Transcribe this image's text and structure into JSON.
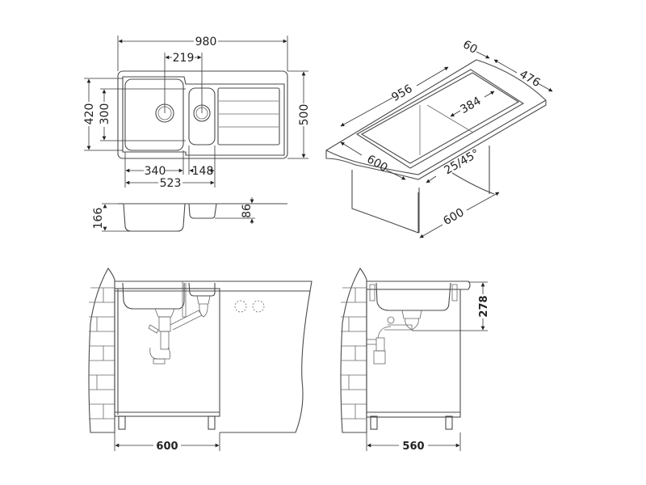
{
  "top_view": {
    "overall_width": "980",
    "drain_spacing": "219",
    "overall_depth": "500",
    "bowl_outer_depth": "420",
    "bowl_inner_depth": "300",
    "main_bowl_width": "340",
    "small_bowl_width": "148",
    "bowls_total_width": "523"
  },
  "side_section": {
    "main_bowl_depth": "166",
    "small_bowl_depth": "86"
  },
  "isometric_view": {
    "cutout_length": "956",
    "edge_offset": "60",
    "cutout_depth": "476",
    "inner_width": "384",
    "worktop_depth": "600",
    "edge_radius": "25/45°",
    "cabinet_width": "600"
  },
  "front_install_view": {
    "cabinet_width": "600"
  },
  "side_install_view": {
    "installation_depth": "278",
    "cabinet_depth": "560"
  }
}
